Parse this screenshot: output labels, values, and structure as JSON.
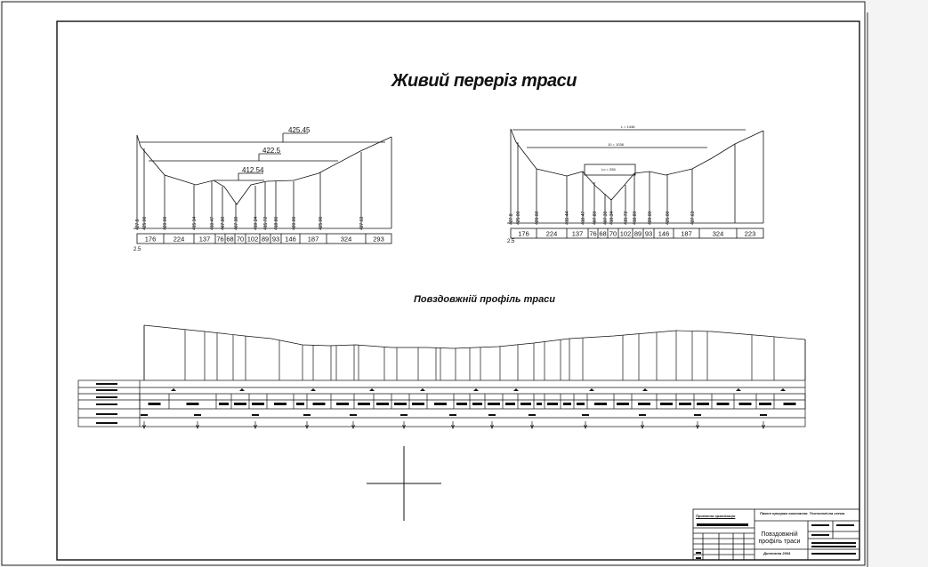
{
  "title": "Живий переріз траси",
  "profile_title": "Повздовжній профіль траси",
  "title_block": {
    "drawing_name": "Повздовжній профіль траси",
    "top_text": "Пакет програм виконання. Технологічна схема",
    "org_text": "Проектна організація",
    "bottom_text": "Дипломна 2004"
  },
  "cross_section_left": {
    "levels": [
      "425.45",
      "422.5",
      "412.54"
    ],
    "elevations": [
      "427.8",
      "425.00",
      "420.00",
      "415.14",
      "410.47",
      "407.80",
      "407.30",
      "410.34",
      "415.72",
      "418.80",
      "420.00",
      "425.00",
      "427.63"
    ],
    "widths": [
      "176",
      "224",
      "137",
      "76",
      "68",
      "70",
      "102",
      "89",
      "93",
      "146",
      "187",
      "324",
      "293"
    ],
    "corner_label": "2.5"
  },
  "cross_section_right": {
    "dimension_labels": [
      "L = 1446",
      "10 = 1038",
      "Lo = 256"
    ],
    "elevations": [
      "427.8",
      "425.00",
      "420.00",
      "415.44",
      "410.47",
      "407.80",
      "407.30",
      "410.34",
      "415.72",
      "418.80",
      "420.00",
      "425.00",
      "427.63"
    ],
    "widths": [
      "176",
      "224",
      "137",
      "76",
      "68",
      "70",
      "102",
      "89",
      "93",
      "146",
      "187",
      "324",
      "223"
    ],
    "corner_label": "2.5"
  },
  "colors": {
    "line": "#111111",
    "sheet": "#ffffff",
    "background": "#f4f4f4"
  }
}
